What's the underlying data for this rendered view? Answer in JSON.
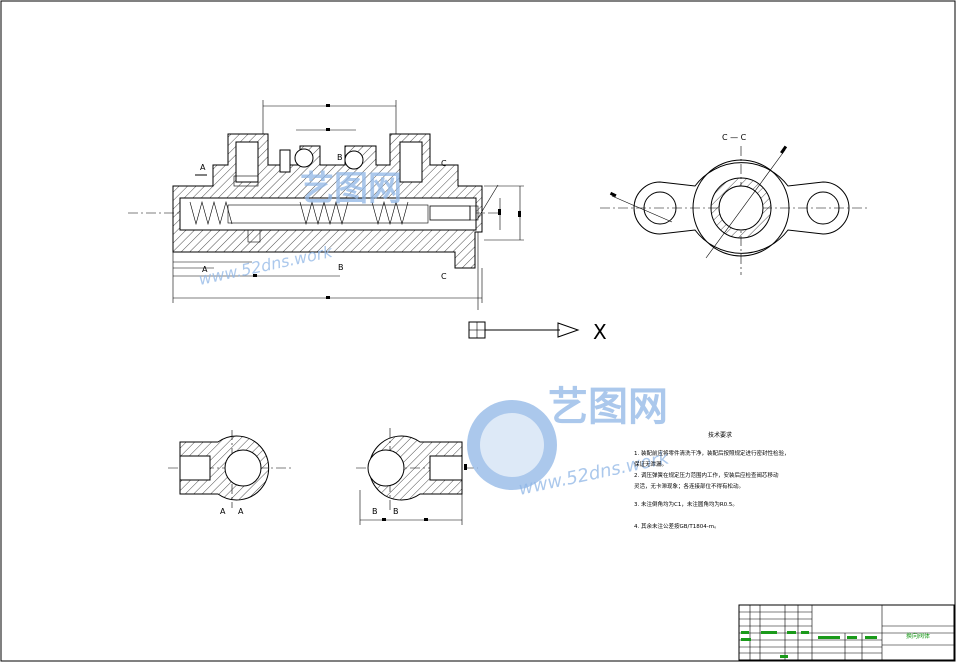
{
  "view_labels": {
    "section_A": "A",
    "section_B": "B",
    "section_C": "C",
    "section_CC": "C — C",
    "axis_X": "X"
  },
  "tech_notes": {
    "title": "技术要求",
    "lines": [
      "1. 装配前应将零件清洗干净，装配后按照规定进行密封性检验，",
      "   保证无泄漏。",
      "2. 调压弹簧在规定压力范围内工作，安装后应检查阀芯移动",
      "   灵活，无卡滞现象；各连接部位不得有松动。",
      "3. 未注倒角均为C1，未注圆角均为R0.5。",
      "4. 其余未注公差按GB/T1804-m。"
    ]
  },
  "watermark": {
    "brand": "艺图网",
    "url": "www.52dns.work"
  },
  "title_block": {
    "drawing_name": "换向阀体"
  },
  "colors": {
    "line": "#000000",
    "title_block_accent": "#1a9a1a",
    "watermark": "#8fb6e6"
  }
}
